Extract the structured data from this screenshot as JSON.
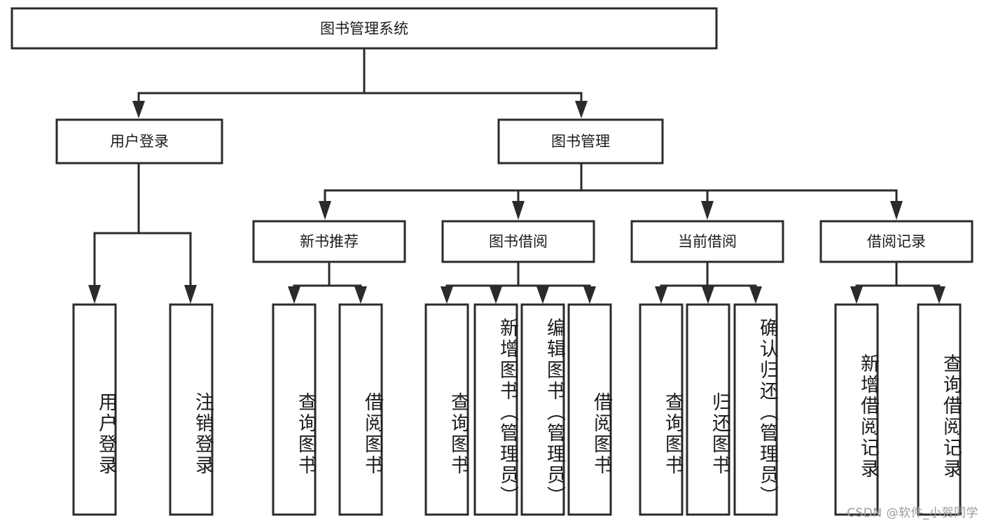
{
  "diagram": {
    "type": "tree",
    "title": "图书管理系统",
    "orientation": "top-down",
    "colors": {
      "box_stroke": "#2b2b2b",
      "box_fill": "#ffffff",
      "connector": "#2b2b2b",
      "text": "#1c1c1c",
      "background": "#ffffff",
      "watermark": "#9b9b9b"
    },
    "root": {
      "label": "图书管理系统"
    },
    "level2": [
      {
        "label": "用户登录"
      },
      {
        "label": "图书管理"
      }
    ],
    "level3": [
      {
        "label": "新书推荐"
      },
      {
        "label": "图书借阅"
      },
      {
        "label": "当前借阅"
      },
      {
        "label": "借阅记录"
      }
    ],
    "leaves": {
      "user_login": [
        {
          "label": "用户登录"
        },
        {
          "label": "注销登录"
        }
      ],
      "new_book_recommend": [
        {
          "label": "查询图书"
        },
        {
          "label": "借阅图书"
        }
      ],
      "book_borrow": [
        {
          "label": "查询图书"
        },
        {
          "label": "新增图书（管理员）"
        },
        {
          "label": "编辑图书（管理员）"
        },
        {
          "label": "借阅图书"
        }
      ],
      "current_borrow": [
        {
          "label": "查询图书"
        },
        {
          "label": "归还图书"
        },
        {
          "label": "确认归还（管理员）"
        }
      ],
      "borrow_record": [
        {
          "label": "新增借阅记录"
        },
        {
          "label": "查询借阅记录"
        }
      ]
    }
  },
  "watermark": {
    "text": "CSDN @软件_小贺同学"
  }
}
